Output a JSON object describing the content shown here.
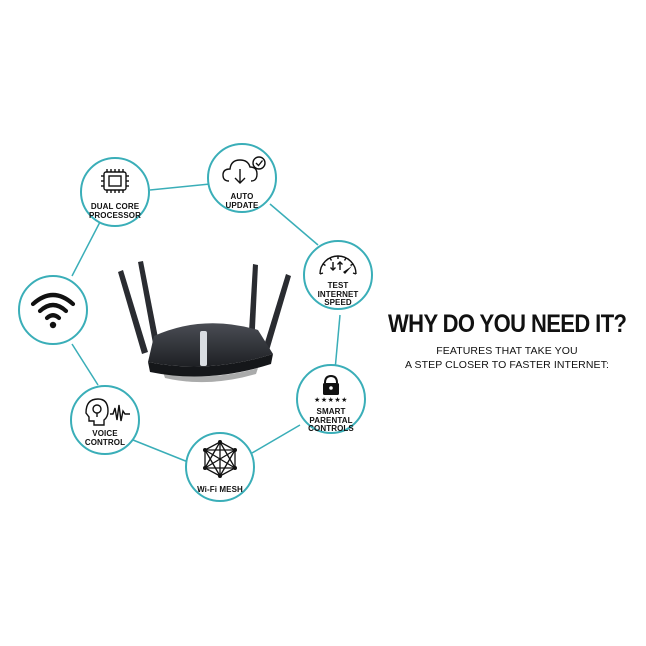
{
  "colors": {
    "ring": "#3aaeb8",
    "text": "#111111",
    "router": "#2e3035"
  },
  "features": [
    {
      "id": "dual-core-processor",
      "icon": "processor-chip-icon",
      "label": "DUAL CORE\nPROCESSOR"
    },
    {
      "id": "auto-update",
      "icon": "cloud-update-icon",
      "label": "AUTO\nUPDATE"
    },
    {
      "id": "test-internet-speed",
      "icon": "speedometer-icon",
      "label": "TEST\nINTERNET\nSPEED"
    },
    {
      "id": "smart-parental-controls",
      "icon": "padlock-icon",
      "label": "SMART\nPARENTAL\nCONTROLS",
      "stars": "★★★★★"
    },
    {
      "id": "wifi-mesh",
      "icon": "mesh-network-icon",
      "label": "Wi-Fi MESH"
    },
    {
      "id": "voice-control",
      "icon": "voice-bulb-icon",
      "label": "VOICE\nCONTROL"
    },
    {
      "id": "wifi",
      "icon": "wifi-icon",
      "label": ""
    }
  ],
  "headline": "WHY DO YOU NEED IT?",
  "subline_1": "FEATURES THAT TAKE YOU",
  "subline_2": "A STEP CLOSER TO FASTER INTERNET:"
}
